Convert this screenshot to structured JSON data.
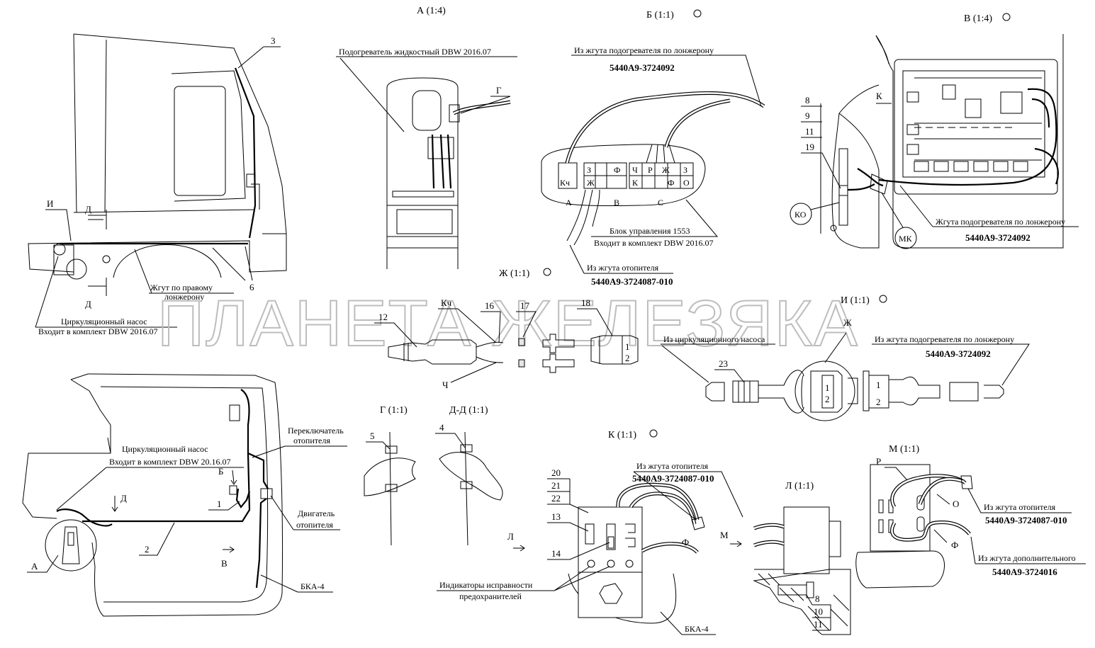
{
  "watermark": "ПЛАНЕТА ЖЕЛЕЗЯКА",
  "views": {
    "a": "А (1:4)",
    "b": "Б (1:1)",
    "v": "В (1:4)",
    "zh": "Ж (1:1)",
    "i": "И (1:1)",
    "g": "Г (1:1)",
    "dd": "Д-Д (1:1)",
    "k": "К (1:1)",
    "l": "Л (1:1)",
    "m": "М (1:1)"
  },
  "texts": {
    "heater_liquid": "Подогреватель жидкостный DBW 2016.07",
    "from_heater_harness_spar": "Из жгута подогревателя  по лонжерону",
    "part_5440a9_3724092": "5440А9-3724092",
    "control_unit": "Блок управления 1553",
    "included_dbw_2016": "Входит в комплект DBW 2016.07",
    "from_heater_harness": "Из жгута отопителя",
    "part_5440a9_3724087_010": "5440А9-3724087-010",
    "harness_right_spar_1": "Жгут по правому",
    "harness_right_spar_2": "лонжерону",
    "circ_pump": "Циркуляционный насос",
    "included_dbw_2016_cab": "Входит в комплект DBW 2016.07",
    "harness_heater_spar_v": "Жгута подогревателя по лонжерону",
    "from_circ_pump": "Из циркуляционного насоса",
    "from_heater_harness_spar_i": "Из жгута подогревателя по лонжерону",
    "circ_pump_2": "Циркуляционный насос",
    "included_dbw_2016_2": "Входит в комплект DBW 20.16.07",
    "switch_1": "Переключатель",
    "switch_2": "отопителя",
    "engine_1": "Двигатель",
    "engine_2": "отопителя",
    "bka4": "БКА-4",
    "bka4_k": "БКА-4",
    "fuse_indicators_1": "Индикаторы исправности",
    "fuse_indicators_2": "предохранителей",
    "from_extra_harness": "Из жгута дополнительного",
    "part_5440a9_3724016": "5440А9-3724016"
  },
  "letters": {
    "I": "И",
    "D": "Д",
    "G": "Г",
    "K": "К",
    "KO": "КО",
    "MK": "МК",
    "Kch": "Кч",
    "Ch": "Ч",
    "Zh": "Ж",
    "B": "Б",
    "V": "В",
    "A": "А",
    "L": "Л",
    "M": "М",
    "R": "Р",
    "O": "О",
    "F": "Ф",
    "C": "С",
    "Bl": "В",
    "Al": "А",
    "Z": "З",
    "Zh2": "Ж",
    "Ch2": "Ч",
    "Kch2": "Кч"
  },
  "numbers": {
    "n1": "1",
    "n2": "2",
    "n3": "3",
    "n4": "4",
    "n5": "5",
    "n6": "6",
    "n8": "8",
    "n9": "9",
    "n10": "10",
    "n11": "11",
    "n12": "12",
    "n13": "13",
    "n14": "14",
    "n16": "16",
    "n17": "17",
    "n18": "18",
    "n19": "19",
    "n20": "20",
    "n21": "21",
    "n22": "22",
    "n23": "23"
  }
}
